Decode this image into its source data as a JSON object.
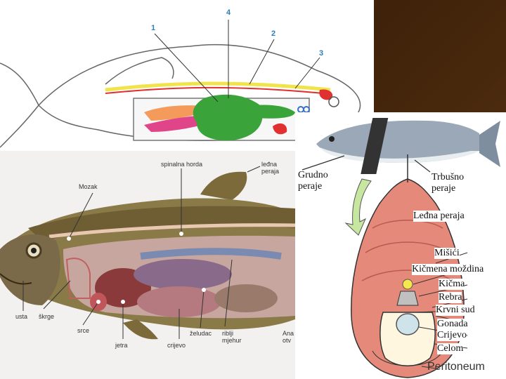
{
  "top_diagram": {
    "numbers": [
      "4",
      "1",
      "2",
      "3"
    ]
  },
  "fish_photo": {
    "labels": {
      "mozak": "Mozak",
      "spinal": "spinalna horda",
      "ledna": "leđna\nperaja",
      "usta": "usta",
      "skrge": "škrge",
      "srce": "srce",
      "jetra": "jetra",
      "crijevo": "crijevo",
      "zeludac": "želudac",
      "mjehur": "riblji\nmjehur",
      "anal": "Ana\notv"
    }
  },
  "cross_section": {
    "labels": {
      "grudno": "Grudno peraje",
      "trbusno": "Trbušno peraje",
      "ledna": "Leđna peraja",
      "misici": "Mišići",
      "kicmena": "Kičmena moždina",
      "kicma": "Kičma",
      "rebra": "Rebra",
      "krvni": "Krvni sud",
      "gonada": "Gonada",
      "crijevo": "Crijevo",
      "celom": "Celom",
      "peritoneum": "Peritoneum"
    }
  },
  "colors": {
    "background": "#4a2a0e",
    "spine_yellow": "#f1e44a",
    "organ_green": "#3aa33a",
    "organ_orange": "#f49a5a",
    "organ_pink": "#e0458a",
    "organ_red": "#e03030",
    "muscle_salmon": "#e58a7a",
    "label_blue": "#2d7fb8"
  }
}
